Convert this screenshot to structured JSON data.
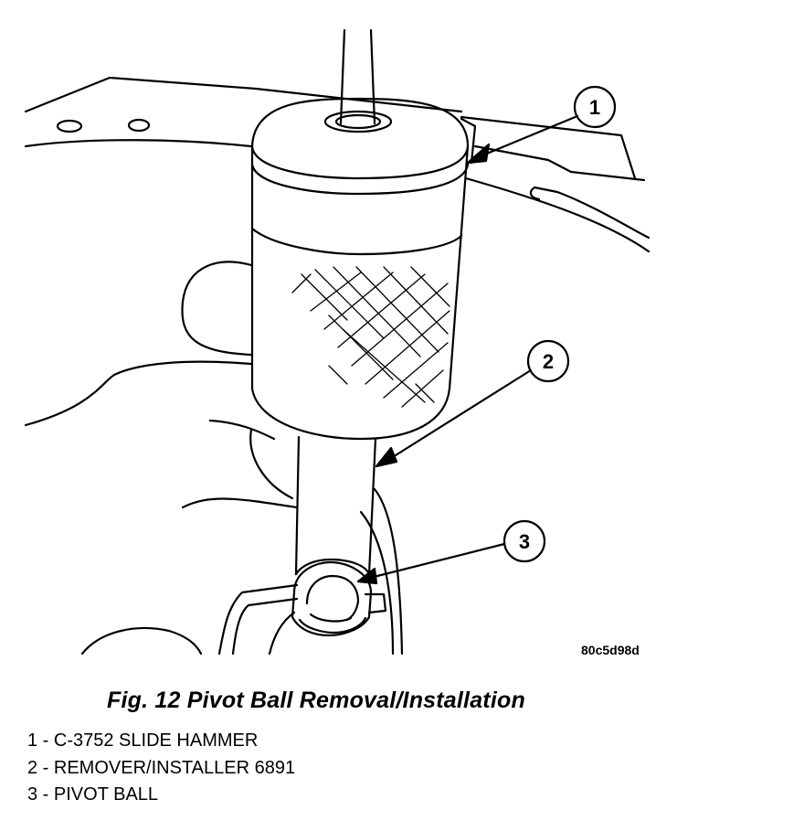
{
  "figure": {
    "image_code": "80c5d98d",
    "callouts": [
      {
        "number": "1"
      },
      {
        "number": "2"
      },
      {
        "number": "3"
      }
    ]
  },
  "caption": "Fig. 12 Pivot Ball Removal/Installation",
  "legend": [
    {
      "text": "1 - C-3752 SLIDE HAMMER"
    },
    {
      "text": "2 - REMOVER/INSTALLER 6891"
    },
    {
      "text": "3 - PIVOT BALL"
    }
  ],
  "colors": {
    "line": "#000000",
    "background": "#ffffff"
  }
}
